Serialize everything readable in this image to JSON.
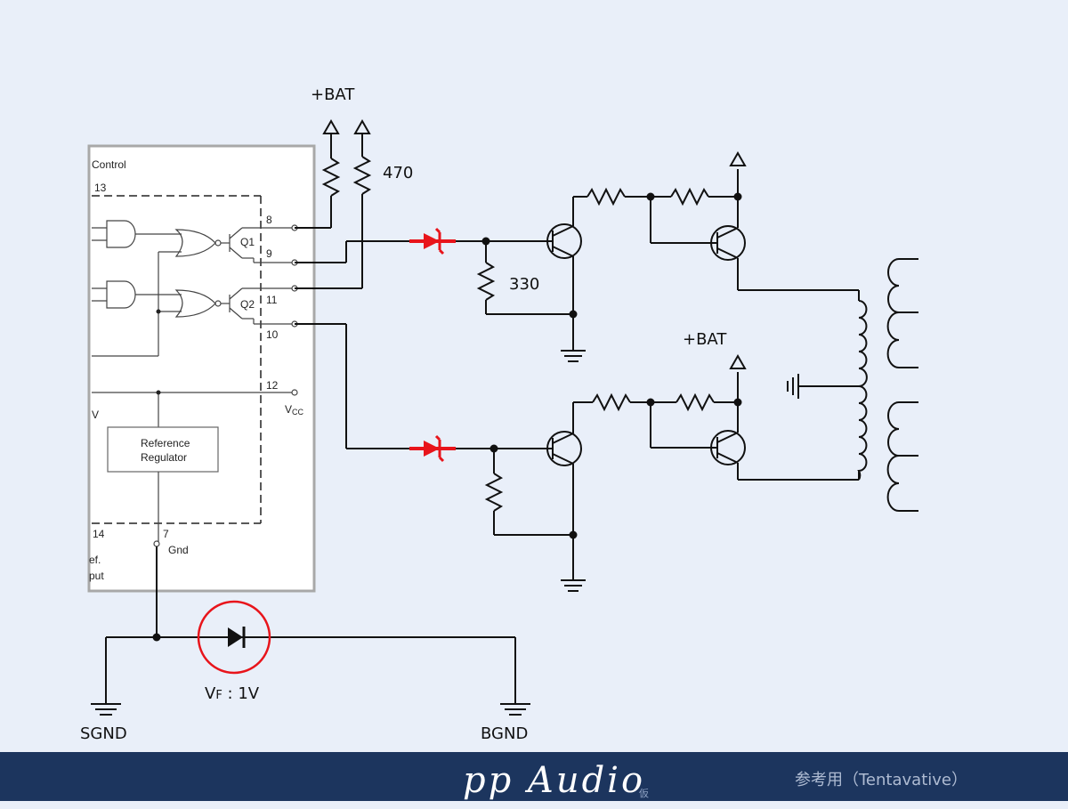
{
  "ic": {
    "control": "Control",
    "pin13": "13",
    "pin8": "8",
    "pin9": "9",
    "pin11": "11",
    "pin10": "10",
    "pin12": "12",
    "vcc_main": "V",
    "vcc_sub": "CC",
    "q1": "Q1",
    "q2": "Q2",
    "v_left": "V",
    "ref_line1": "Reference",
    "ref_line2": "Regulator",
    "pin14": "14",
    "pin7": "7",
    "gnd": "Gnd",
    "ef": "ef.",
    "put": "put"
  },
  "labels": {
    "bat_top": "+BAT",
    "r470": "470",
    "r330": "330",
    "bat_mid": "+BAT",
    "vf_main": "V",
    "vf_sub": "F",
    "vf_value": " : 1V",
    "sgnd": "SGND",
    "bgnd": "BGND"
  },
  "footer": {
    "brand": "pp Audio",
    "brand_sub": "仮",
    "tentative": "参考用（Tentavative）"
  },
  "colors": {
    "background": "#e9eff9",
    "wire": "#111111",
    "zener": "#e8141b",
    "highlight_circle": "#e8141b",
    "footer_bg": "#1c355e"
  }
}
